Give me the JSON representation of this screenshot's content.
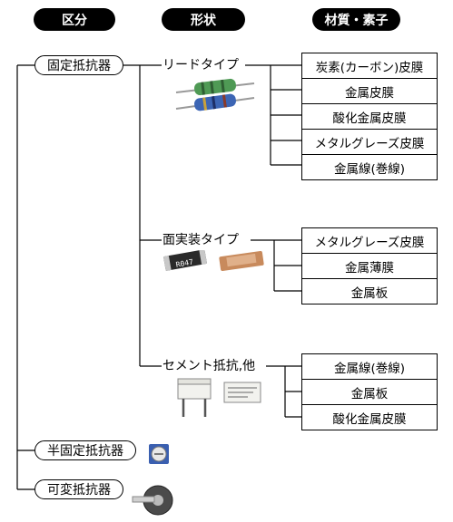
{
  "headers": {
    "kubun": "区分",
    "keijo": "形状",
    "zaishitsu": "材質・素子"
  },
  "categories": {
    "fixed": "固定抵抗器",
    "semi_fixed": "半固定抵抗器",
    "variable": "可変抵抗器"
  },
  "shapes": {
    "lead": "リードタイプ",
    "smd": "面実装タイプ",
    "cement": "セメント抵抗,他"
  },
  "materials": {
    "lead": [
      "炭素(カーボン)皮膜",
      "金属皮膜",
      "酸化金属皮膜",
      "メタルグレーズ皮膜",
      "金属線(巻線)"
    ],
    "smd": [
      "メタルグレーズ皮膜",
      "金属薄膜",
      "金属板"
    ],
    "cement": [
      "金属線(巻線)",
      "金属板",
      "酸化金属皮膜"
    ]
  },
  "chip_marking": "R047",
  "colors": {
    "header_bg": "#000000",
    "header_text": "#ffffff",
    "line": "#000000",
    "resistor_green": "#4f9a55",
    "resistor_blue": "#3c65b4",
    "smd_copper": "#c88a5c",
    "cement_white": "#f2f2ee"
  }
}
